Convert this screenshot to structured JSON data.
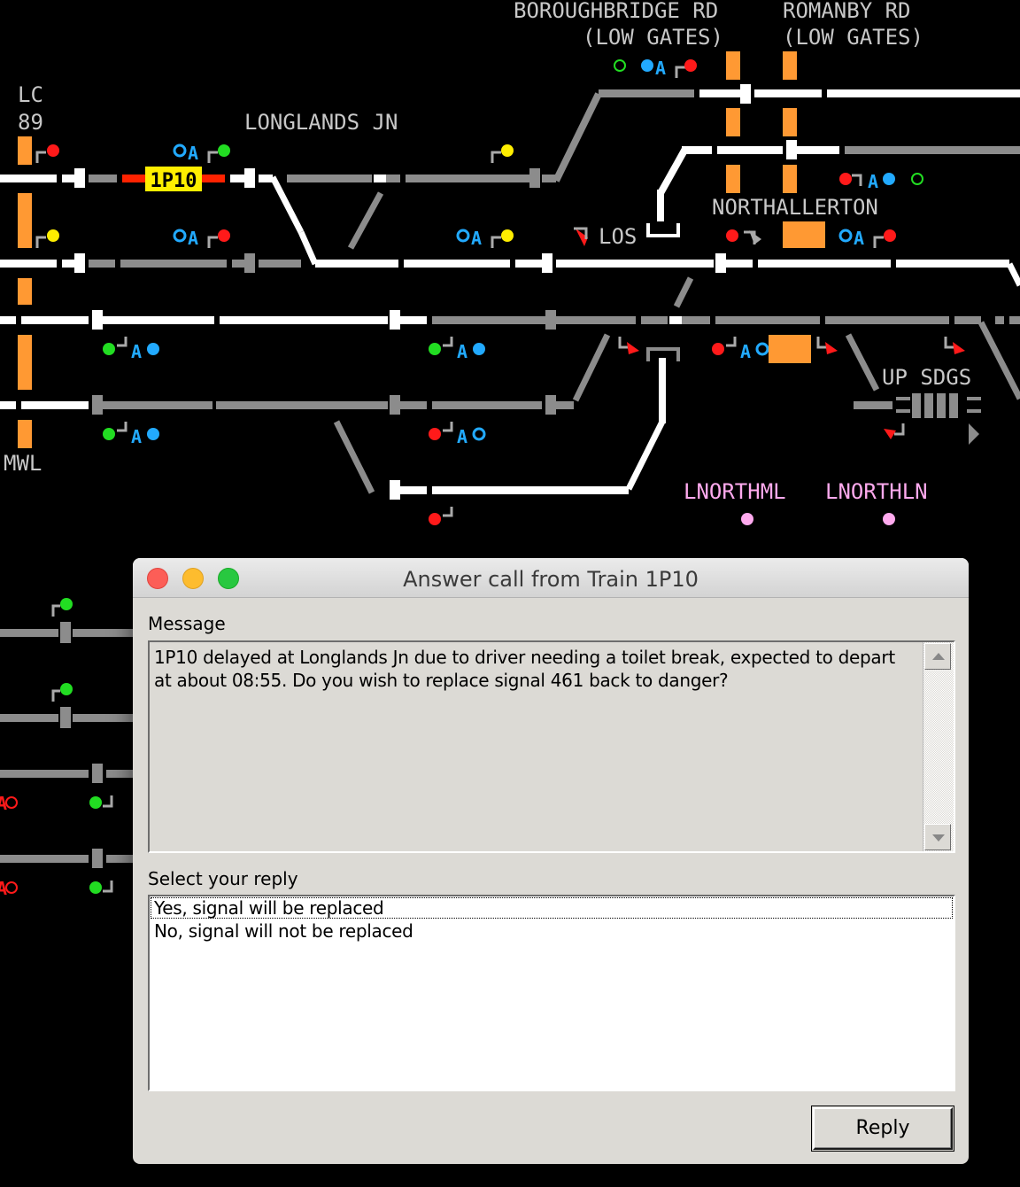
{
  "diagram": {
    "labels": {
      "boroughbridge": "BOROUGHBRIDGE RD",
      "boroughbridge_sub": "(LOW GATES)",
      "romanby": "ROMANBY RD",
      "romanby_sub": "(LOW GATES)",
      "lc": "LC",
      "lc_num": "89",
      "longlands": "LONGLANDS JN",
      "northallerton": "NORTHALLERTON",
      "los": "LOS",
      "up_sdgs": "UP SDGS",
      "mwl": "MWL",
      "lnorthml": "LNORTHML",
      "lnorthln": "LNORTHLN"
    },
    "train_headcode": "1P10",
    "colors": {
      "track_white": "#ffffff",
      "track_grey": "#8c8c8c",
      "occupied_red": "#ff2200",
      "crossing_orange": "#ff9933",
      "signal_red": "#ff1a1a",
      "signal_green": "#22dd22",
      "signal_yellow": "#ffee00",
      "auto_blue": "#22aaff",
      "berth_pink": "#ffaaee",
      "label_grey": "#c8c8c8"
    }
  },
  "dialog": {
    "title": "Answer call from Train 1P10",
    "message_label": "Message",
    "message_text": "1P10 delayed at Longlands Jn due to driver needing a toilet break, expected to depart at about 08:55. Do you wish to replace signal 461 back to danger?",
    "reply_label": "Select your reply",
    "options": [
      "Yes, signal will be replaced",
      "No, signal will not be replaced"
    ],
    "selected_option": 0,
    "reply_button": "Reply"
  }
}
